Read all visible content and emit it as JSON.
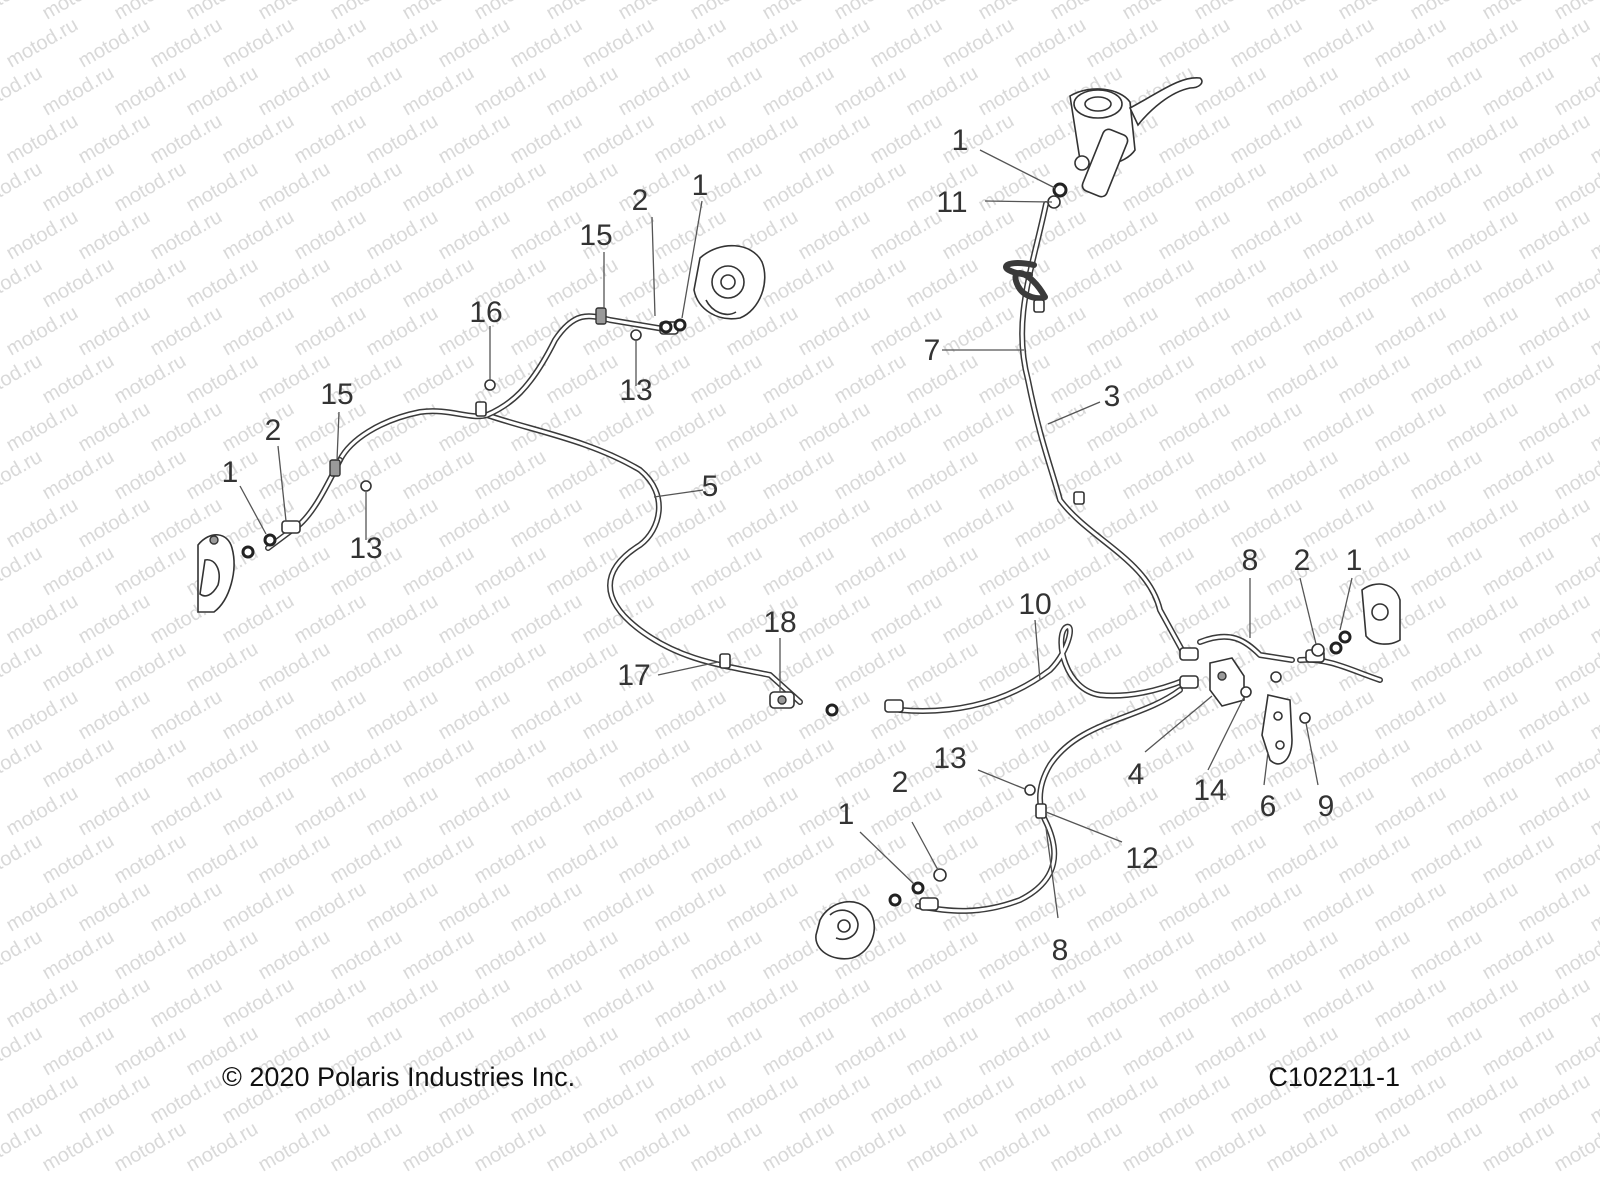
{
  "watermark": "motod.ru",
  "callouts": {
    "c_1_top": "1",
    "c_11": "11",
    "c_7": "7",
    "c_3": "3",
    "c_2_fl": "2",
    "c_1_fl": "1",
    "c_15_fl": "15",
    "c_16": "16",
    "c_13_fl": "13",
    "c_15_l": "15",
    "c_2_l": "2",
    "c_1_l": "1",
    "c_13_l": "13",
    "c_5": "5",
    "c_18": "18",
    "c_17": "17",
    "c_10": "10",
    "c_8_r": "8",
    "c_2_r": "2",
    "c_1_r": "1",
    "c_4": "4",
    "c_14": "14",
    "c_6": "6",
    "c_9": "9",
    "c_13_b": "13",
    "c_12": "12",
    "c_2_b": "2",
    "c_1_b": "1",
    "c_8_b": "8"
  },
  "footer": {
    "copyright": "© 2020 Polaris Industries Inc.",
    "figure_id": "C102211-1"
  }
}
